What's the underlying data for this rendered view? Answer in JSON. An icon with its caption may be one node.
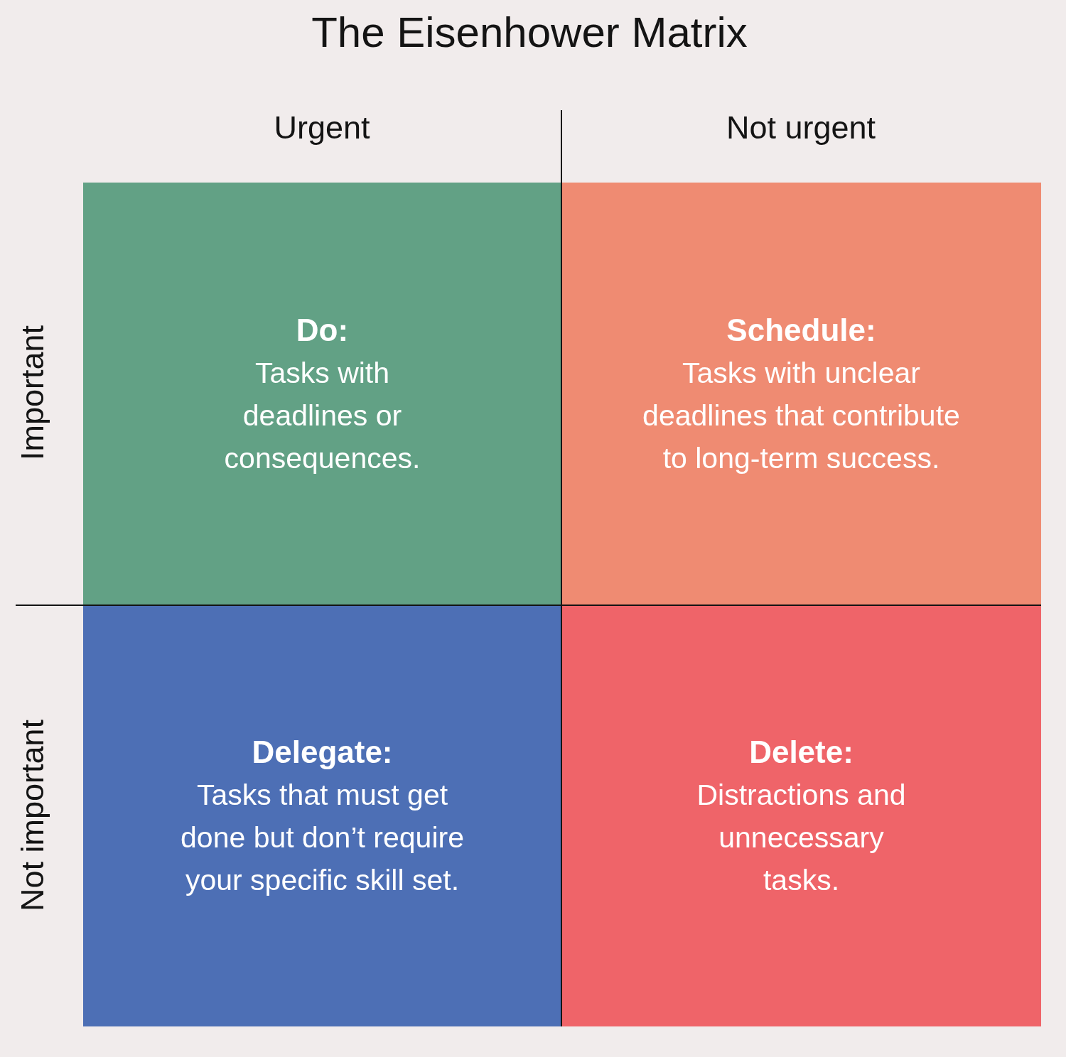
{
  "diagram": {
    "title": "The Eisenhower Matrix",
    "nodes": [
      {
        "text": [
          "Do:",
          "Tasks with deadlines or consequences."
        ]
      },
      {
        "text": [
          "Schedule:",
          "Tasks with unclear deadlines that contribute to long-term success."
        ]
      },
      {
        "text": [
          "Delegate:",
          "Tasks that must get done but don’t require your specific skill set."
        ]
      },
      {
        "text": [
          "Delete:",
          "Distractions and unnecessary tasks."
        ]
      }
    ],
    "labels": [
      "Urgent",
      "Not urgent",
      "Important",
      "Not important"
    ]
  }
}
